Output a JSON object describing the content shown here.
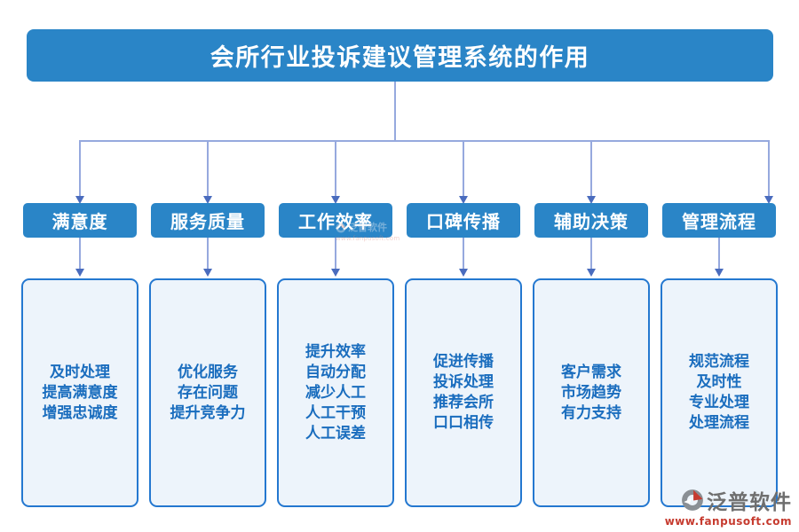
{
  "title": "会所行业投诉建议管理系统的作用",
  "columns": [
    {
      "category": "满意度",
      "details": [
        "及时处理",
        "提高满意度",
        "增强忠诚度"
      ]
    },
    {
      "category": "服务质量",
      "details": [
        "优化服务",
        "存在问题",
        "提升竞争力"
      ]
    },
    {
      "category": "工作效率",
      "details": [
        "提升效率",
        "自动分配",
        "减少人工",
        "人工干预",
        "人工误差"
      ]
    },
    {
      "category": "口碑传播",
      "details": [
        "促进传播",
        "投诉处理",
        "推荐会所",
        "口口相传"
      ]
    },
    {
      "category": "辅助决策",
      "details": [
        "客户需求",
        "市场趋势",
        "有力支持"
      ]
    },
    {
      "category": "管理流程",
      "details": [
        "规范流程",
        "及时性",
        "专业处理",
        "处理流程"
      ]
    }
  ],
  "logo": {
    "name": "泛普软件",
    "url": "www.fanpusoft.com"
  },
  "colors": {
    "primary_blue": "#2a85c7",
    "detail_fill": "#edf4fb",
    "detail_border": "#2478d0",
    "detail_text": "#1a6dbe",
    "connector": "#96a9de",
    "arrowhead": "#4a6cbe",
    "logo_gray": "#6f6f6f",
    "logo_red": "#c63b2f"
  }
}
